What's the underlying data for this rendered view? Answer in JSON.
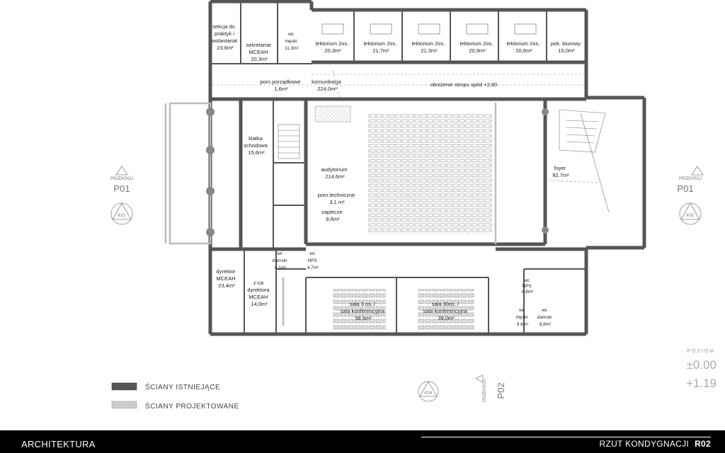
{
  "rooms": {
    "sekcja": [
      "sekcja ds.",
      "praktyk i",
      "wolantariat",
      "23,6m²"
    ],
    "sekretariat": [
      "sekretariat",
      "MCEAH",
      "20,3m²"
    ],
    "wc_meski_top": [
      "wc",
      "męski",
      "11,3m²"
    ],
    "lektorium1": [
      "lektorium 2os.",
      "20,3m²"
    ],
    "lektorium2": [
      "lektorium 2os.",
      "21,7m²"
    ],
    "lektorium3": [
      "lektorium 2os.",
      "21,3m²"
    ],
    "lektorium4": [
      "lektorium 2os.",
      "20,9m²"
    ],
    "lektorium5": [
      "lektorium 2os.",
      "20,6m²"
    ],
    "pok_biurowy": [
      "pok. biurowy",
      "15,0m²"
    ],
    "pom_porzadkowe": [
      "pom.porządkowe",
      "1,6m²"
    ],
    "komunikacja": [
      "komunikacja",
      "224,0m²"
    ],
    "obnizenie": "obniżenie stropu spód +2,80",
    "klatka": [
      "klatka",
      "schodowa",
      "15,6m²"
    ],
    "audytorium": [
      "audytorium",
      "214,6m²"
    ],
    "pom_techniczne": [
      "pom.techniczne",
      "3,1 m²"
    ],
    "zaplecze": [
      "zaplecze",
      "9,6m²"
    ],
    "foyer": [
      "foyer",
      "82,7m²"
    ],
    "wc_damski_bottom": [
      "wc",
      "damski",
      "4,1m²"
    ],
    "wc_nps_bottom": [
      "wc",
      "NPS",
      "4,7m²"
    ],
    "dyrektor": [
      "dyrektor",
      "MCEAH",
      "23,4m²"
    ],
    "zca": [
      "z-ca",
      "dyrektora",
      "MCEAH",
      "14,0m²"
    ],
    "sala3": [
      "sala 3 os. /",
      "sala konferencyjna",
      "58,5m²"
    ],
    "sala30": [
      "sala 30os. /",
      "sala konferencyjna",
      "39,0m²"
    ],
    "wc_nps_right": [
      "wc",
      "NPS",
      "4,8m²"
    ],
    "wc_meski_bottom": [
      "wc",
      "męski",
      "9,6m²"
    ],
    "wc_damski_right": [
      "wc",
      "damski",
      "9,8m²"
    ]
  },
  "section_markers": {
    "left": {
      "label": "PRZEKRÓJ",
      "code": "P01",
      "node": "K01"
    },
    "right": {
      "label": "PRZEKRÓJ",
      "code": "P01",
      "node": "K01"
    },
    "bottom": {
      "label": "PRZEKRÓJ",
      "code": "P02",
      "node": "K04"
    }
  },
  "poziom": {
    "label": "POZIOM",
    "values": [
      "±0.00",
      "+1.19"
    ]
  },
  "legend": {
    "existing": {
      "label": "ŚCIANY ISTNIEJĄCE",
      "color": "#555555"
    },
    "projected": {
      "label": "ŚCIANY PROJEKTOWANE",
      "color": "#cccccc"
    }
  },
  "footer": {
    "left": "ARCHITEKTURA",
    "right_title": "RZUT KONDYGNACJI",
    "right_code": "R02"
  }
}
